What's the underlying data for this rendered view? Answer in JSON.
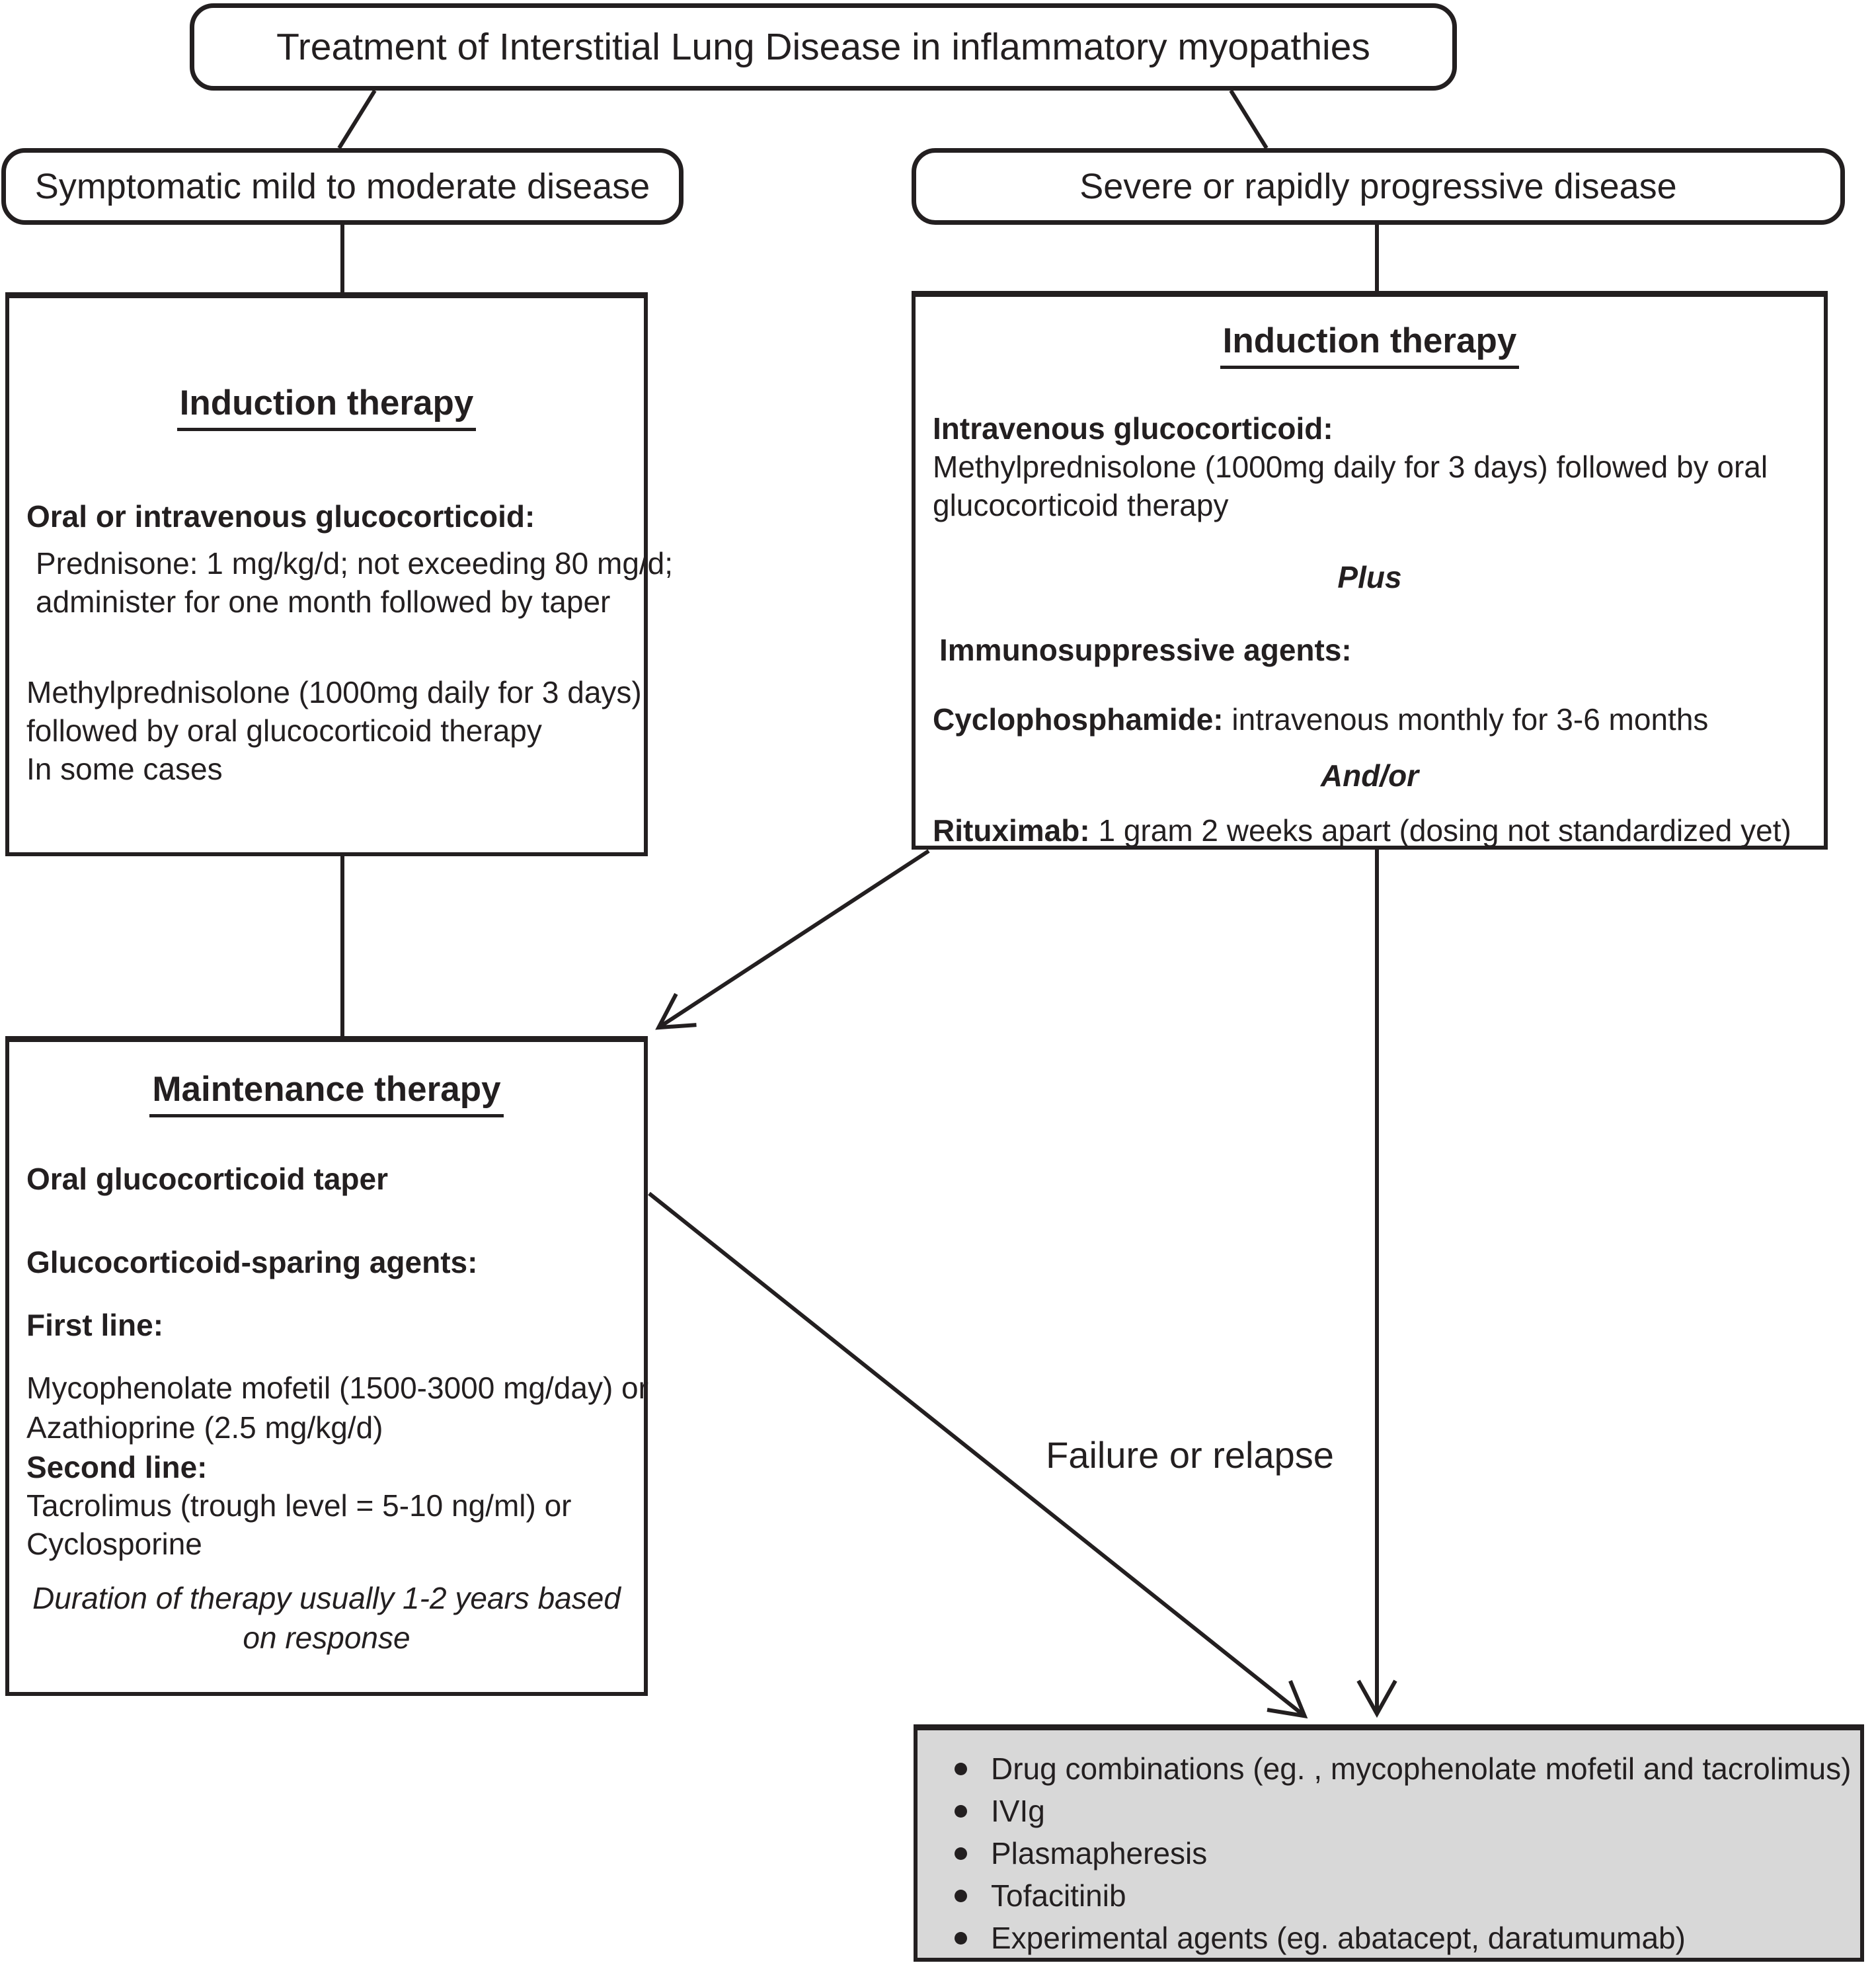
{
  "title": "Treatment of Interstitial Lung Disease in inflammatory myopathies",
  "branches": {
    "left_label": "Symptomatic mild to moderate disease",
    "right_label": "Severe or rapidly progressive disease"
  },
  "left_induction": {
    "heading": "Induction therapy",
    "line1": "Oral or intravenous glucocorticoid:",
    "line2": "Prednisone: 1 mg/kg/d; not exceeding 80 mg/d;",
    "line3": "administer for one month followed by taper",
    "line4": "Methylprednisolone (1000mg daily for 3 days)",
    "line5": "followed by oral glucocorticoid therapy",
    "line6": "In some cases"
  },
  "right_induction": {
    "heading": "Induction therapy",
    "line1": "Intravenous glucocorticoid:",
    "line2": "Methylprednisolone (1000mg daily for 3 days) followed by oral",
    "line3": "glucocorticoid therapy",
    "plus": "Plus",
    "line4": "Immunosuppressive agents:",
    "cyclo_lead": "Cyclophosphamide:",
    "cyclo_rest": " intravenous monthly for 3-6 months",
    "andor": "And/or",
    "ritux_lead": "Rituximab:",
    "ritux_rest": " 1 gram 2 weeks apart (dosing not standardized yet)"
  },
  "maintenance": {
    "heading": "Maintenance therapy",
    "line1": "Oral glucocorticoid taper",
    "line2": "Glucocorticoid-sparing agents:",
    "line3": "First line:",
    "line4": "Mycophenolate mofetil (1500-3000 mg/day) or",
    "line5": "Azathioprine (2.5 mg/kg/d)",
    "line6": "Second line:",
    "line7": "Tacrolimus (trough level = 5-10 ng/ml) or",
    "line8": "Cyclosporine",
    "note1": "Duration of therapy usually 1-2 years based",
    "note2": "on response"
  },
  "failure_label": "Failure or relapse",
  "salvage": {
    "items": [
      "Drug combinations (eg. , mycophenolate mofetil and tacrolimus)",
      "IVIg",
      "Plasmapheresis",
      "Tofacitinib",
      "Experimental agents (eg. abatacept, daratumumab)"
    ]
  },
  "colors": {
    "ink": "#231f20",
    "salvage_fill": "#d8d8d8",
    "background": "#ffffff"
  }
}
